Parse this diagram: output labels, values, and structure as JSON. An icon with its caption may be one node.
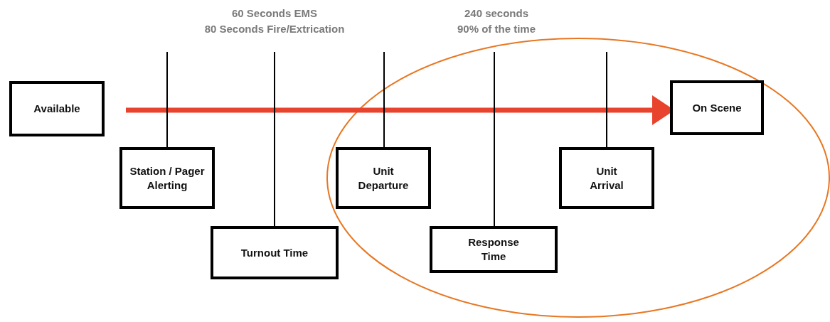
{
  "diagram": {
    "nodes": [
      {
        "text": [
          "Available"
        ]
      },
      {
        "text": [
          "On Scene"
        ]
      },
      {
        "text": [
          "Station / Pager Alerting"
        ]
      },
      {
        "text": [
          "Turnout Time"
        ]
      },
      {
        "text": [
          "Unit Departure"
        ]
      },
      {
        "text": [
          "Response Time"
        ]
      },
      {
        "text": [
          "Unit Arrival"
        ]
      }
    ],
    "edges": [
      {
        "from": 0,
        "to": 1,
        "arrow": "to",
        "style": "thick",
        "color": "#e8432c"
      },
      {
        "from": null,
        "to": 2,
        "arrow": "none"
      },
      {
        "from": null,
        "to": 3,
        "arrow": "none"
      },
      {
        "from": null,
        "to": 4,
        "arrow": "none"
      },
      {
        "from": null,
        "to": 5,
        "arrow": "none"
      },
      {
        "from": null,
        "to": 6,
        "arrow": "none"
      }
    ],
    "labels": [
      "60 Seconds EMS",
      "80 Seconds Fire/Extrication",
      "240 seconds",
      "90% of the time"
    ]
  }
}
